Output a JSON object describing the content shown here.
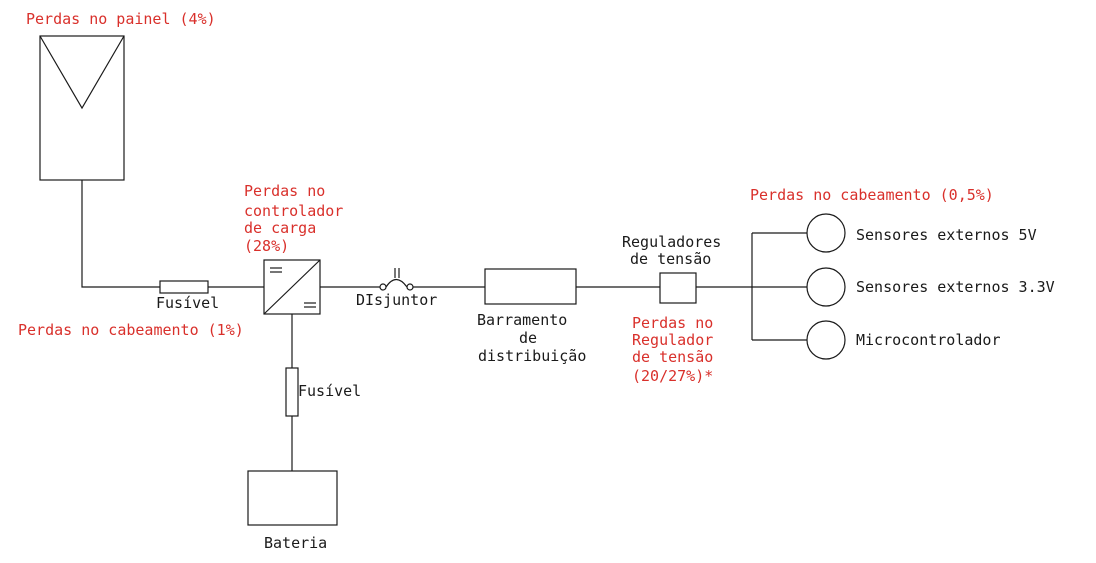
{
  "colors": {
    "line": "#1a1a1a",
    "loss_text": "#d9302b",
    "label_text": "#1a1a1a",
    "background": "#ffffff"
  },
  "labels": {
    "panel_loss": "Perdas no painel (4%)",
    "controller_loss": [
      "Perdas no",
      "controlador",
      "de carga",
      "(28%)"
    ],
    "fuse_1": "Fusível",
    "wiring_loss_1": "Perdas no cabeamento (1%)",
    "breaker": "DIsjuntor",
    "bus": [
      "Barramento",
      "de",
      "distribuição"
    ],
    "regulators": [
      "Reguladores",
      "de tensão"
    ],
    "regulator_loss": [
      "Perdas no",
      "Regulador",
      "de tensão",
      "(20/27%)*"
    ],
    "wiring_loss_2": "Perdas no cabeamento (0,5%)",
    "sensors_5v": "Sensores externos 5V",
    "sensors_33v": "Sensores externos 3.3V",
    "microcontroller": "Microcontrolador",
    "fuse_2": "Fusível",
    "battery": "Bateria"
  },
  "icons": {
    "panel": "solar-panel-icon",
    "controller": "dc-dc-converter-icon",
    "breaker": "circuit-breaker-icon",
    "fuse": "fuse-icon",
    "load": "load-circle-icon"
  }
}
